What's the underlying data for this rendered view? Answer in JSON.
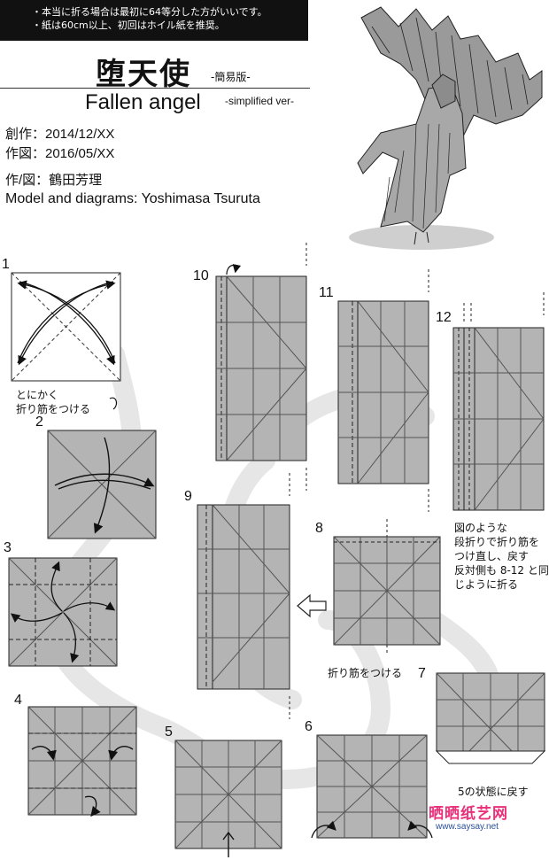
{
  "header": {
    "notes": [
      "・本当に折る場合は最初に64等分した方がいいです。",
      "・紙は60cm以上、初回はホイル紙を推奨。"
    ],
    "title_jp": "堕天使",
    "title_jp_sub": "-簡易版-",
    "title_en": "Fallen angel",
    "title_en_sub": "-simplified ver-"
  },
  "meta": {
    "created": "創作：2014/12/XX",
    "drawn": "作図：2016/05/XX",
    "author_jp": "作/図：鶴田芳理",
    "author_en": "Model and diagrams: Yoshimasa Tsuruta"
  },
  "steps": {
    "s1": "1",
    "s2": "2",
    "s3": "3",
    "s4": "4",
    "s5": "5",
    "s6": "6",
    "s7": "7",
    "s8": "8",
    "s9": "9",
    "s10": "10",
    "s11": "11",
    "s12": "12"
  },
  "captions": {
    "step1": [
      "とにかく",
      "折り筋をつける"
    ],
    "step8": "折り筋をつける",
    "step12": [
      "図のような",
      "段折りで折り筋を",
      "つけ直し、戻す",
      "反対側も 8-12 と同",
      "じように折る"
    ],
    "step7": "5の状態に戻す"
  },
  "watermark": {
    "logo": "晒晒纸艺网",
    "url": "www.saysay.net"
  },
  "colors": {
    "paper": "#b4b4b4",
    "crease": "#5a5a5a",
    "loop": "#e6e6e6",
    "logo_pink": "#e8317a",
    "logo_blue": "#2a4f9a"
  }
}
